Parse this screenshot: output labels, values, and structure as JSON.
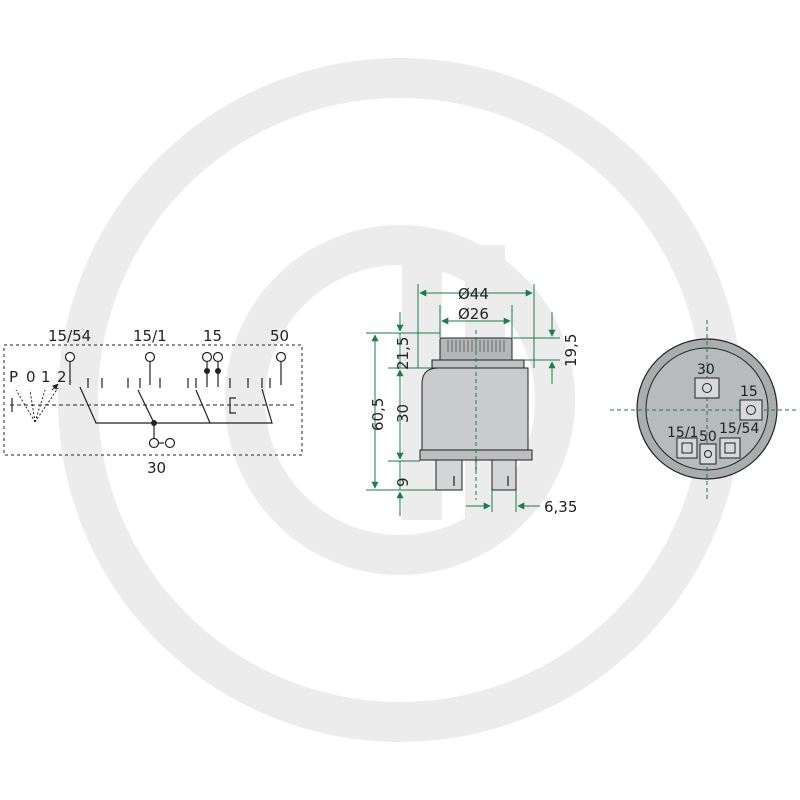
{
  "colors": {
    "background": "#ffffff",
    "watermark": "#ebebeb",
    "dimension": "#1f7a4d",
    "line": "#222222",
    "body_gray": "#c9cbcc",
    "face_gray": "#a9adae"
  },
  "schematic": {
    "terminals": [
      "15/54",
      "15/1",
      "15",
      "50"
    ],
    "positions": [
      "P",
      "0",
      "1",
      "2"
    ],
    "common_terminal": "30"
  },
  "side_view": {
    "dimensions": {
      "outer_diameter": "Ø44",
      "inner_diameter": "Ø26",
      "total_height": "60,5",
      "top_height": "21,5",
      "cap_height": "19,5",
      "body_height": "30",
      "pin_height": "9",
      "pin_width": "6,35"
    }
  },
  "rear_view": {
    "terminals": {
      "top": "30",
      "right": "15",
      "bottom_left": "15/1",
      "bottom_center": "50",
      "bottom_right": "15/54"
    }
  }
}
